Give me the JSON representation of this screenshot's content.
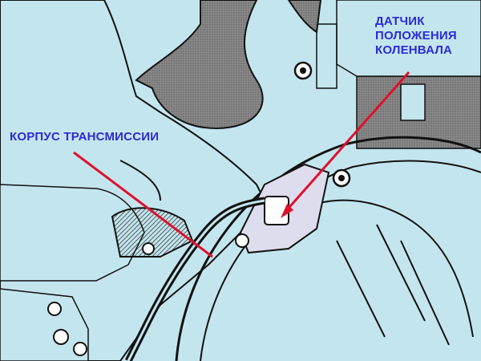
{
  "labels": {
    "crank_sensor": [
      "ДАТЧИК",
      "ПОЛОЖЕНИЯ",
      "КОЛЕНВАЛА"
    ],
    "transmission_housing": "КОРПУС ТРАНСМИССИИ"
  },
  "colors": {
    "background": "#c3e6ee",
    "label_text": "#2b2bd6",
    "pointer": "#e0102a",
    "line_art": "#111111",
    "shaded_part": "#7a7a7a"
  }
}
